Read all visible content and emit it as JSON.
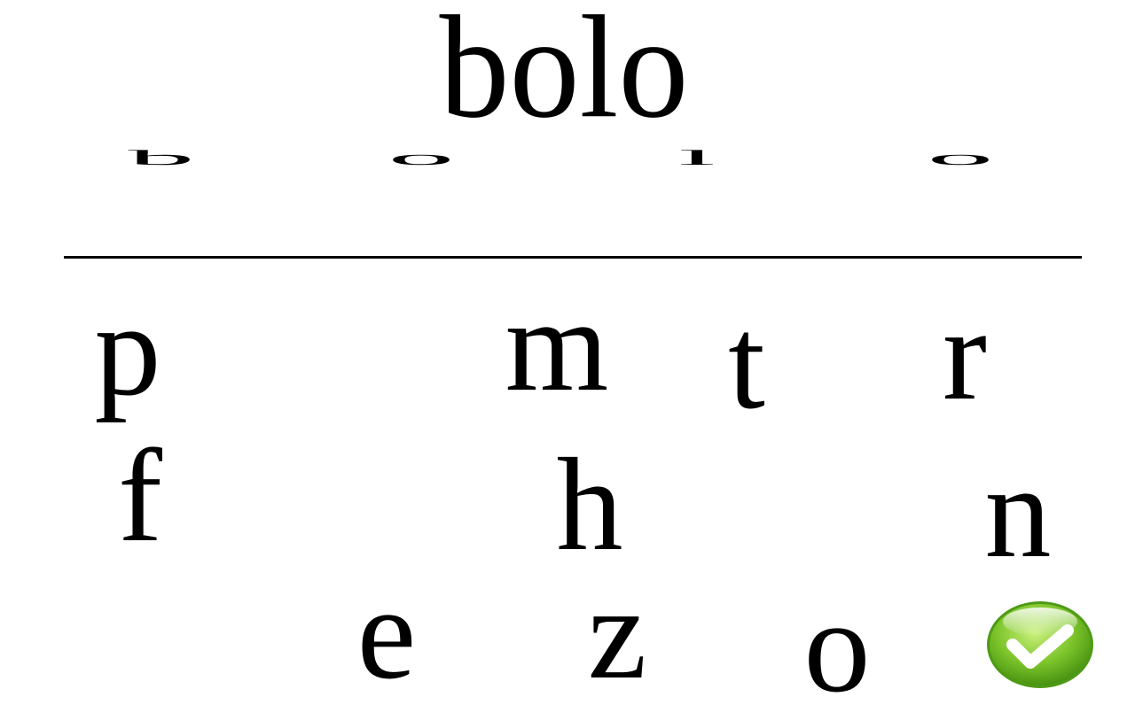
{
  "target_word": "bolo",
  "answer_slots": [
    "b",
    "o",
    "l",
    "o"
  ],
  "letter_tiles": [
    "p",
    "m",
    "t",
    "r",
    "f",
    "h",
    "n",
    "e",
    "z",
    "o"
  ],
  "check_button": {
    "icon": "checkmark-icon",
    "color": "#7cc42a"
  }
}
